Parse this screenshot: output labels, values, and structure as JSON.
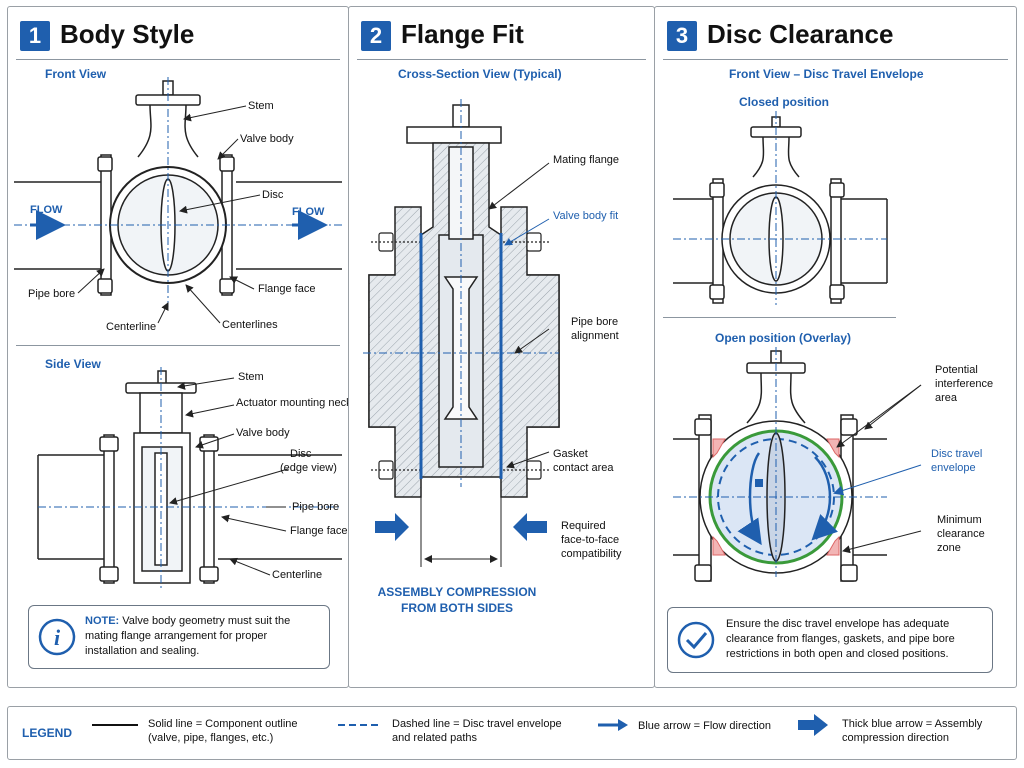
{
  "panel1": {
    "number": "1",
    "title": "Body Style",
    "front_view": "Front View",
    "side_view": "Side View",
    "front_labels": {
      "stem": "Stem",
      "valve_body": "Valve body",
      "disc": "Disc",
      "flow_left": "FLOW",
      "flow_right": "FLOW",
      "pipe_bore": "Pipe bore",
      "flange_face": "Flange face",
      "centerline": "Centerline",
      "centerlines": "Centerlineѕ"
    },
    "side_labels": {
      "stem": "Stem",
      "actuator_neck": "Actuator mounting neck",
      "valve_body": "Valve body",
      "disc_line1": "Disc",
      "disc_line2": "(edge view)",
      "pipe_bore": "Pipe bore",
      "flange_face": "Flange face",
      "centerline": "Centerline"
    },
    "note": {
      "icon": "info-icon",
      "bold": "NOTE:",
      "text": " Valve body geometry must suit the mating flange arrangement for proper installation and sealing."
    }
  },
  "panel2": {
    "number": "2",
    "title": "Flange Fit",
    "subtitle": "Cross-Section View (Typical)",
    "labels": {
      "mating_flange": "Mating flange",
      "valve_body_fit": "Valve body fit",
      "pipe_bore_line1": "Pipe bore",
      "pipe_bore_line2": "alignment",
      "gasket_line1": "Gasket",
      "gasket_line2": "contact area",
      "required_line1": "Required",
      "required_line2": "face-to-face",
      "required_line3": "compatibility"
    },
    "compression_line1": "ASSEMBLY COMPRESSION",
    "compression_line2": "FROM BOTH SIDES"
  },
  "panel3": {
    "number": "3",
    "title": "Disc Clearance",
    "subtitle": "Front View – Disc Travel Envelope",
    "closed": "Closed position",
    "open": "Open position (Overlay)",
    "labels": {
      "interference_line1": "Potential",
      "interference_line2": "interference",
      "interference_line3": "area",
      "envelope_line1": "Disc travel",
      "envelope_line2": "envelope",
      "min_line1": "Minimum",
      "min_line2": "clearance",
      "min_line3": "zone"
    },
    "note": {
      "icon": "check-circle-icon",
      "text": "Ensure the disc travel envelope has adequate clearance from flanges, gaskets, and pipe bore restrictions in both open and closed positions."
    }
  },
  "legend": {
    "title": "LEGEND",
    "solid_line1": "Solid line = Component outline",
    "solid_line2": "(valve, pipe, flanges, etc.)",
    "dashed_line1": "Dashed line = Disc travel envelope",
    "dashed_line2": "and related paths",
    "arrow": "Blue arrow = Flow direction",
    "thick_line1": "Thick blue arrow = Assembly",
    "thick_line2": "compression direction"
  },
  "colors": {
    "accent": "#1f5fae",
    "outline": "#222222",
    "fill": "#e9edf1",
    "interference": "#e88f8f",
    "clearance": "#3a9a3a"
  }
}
